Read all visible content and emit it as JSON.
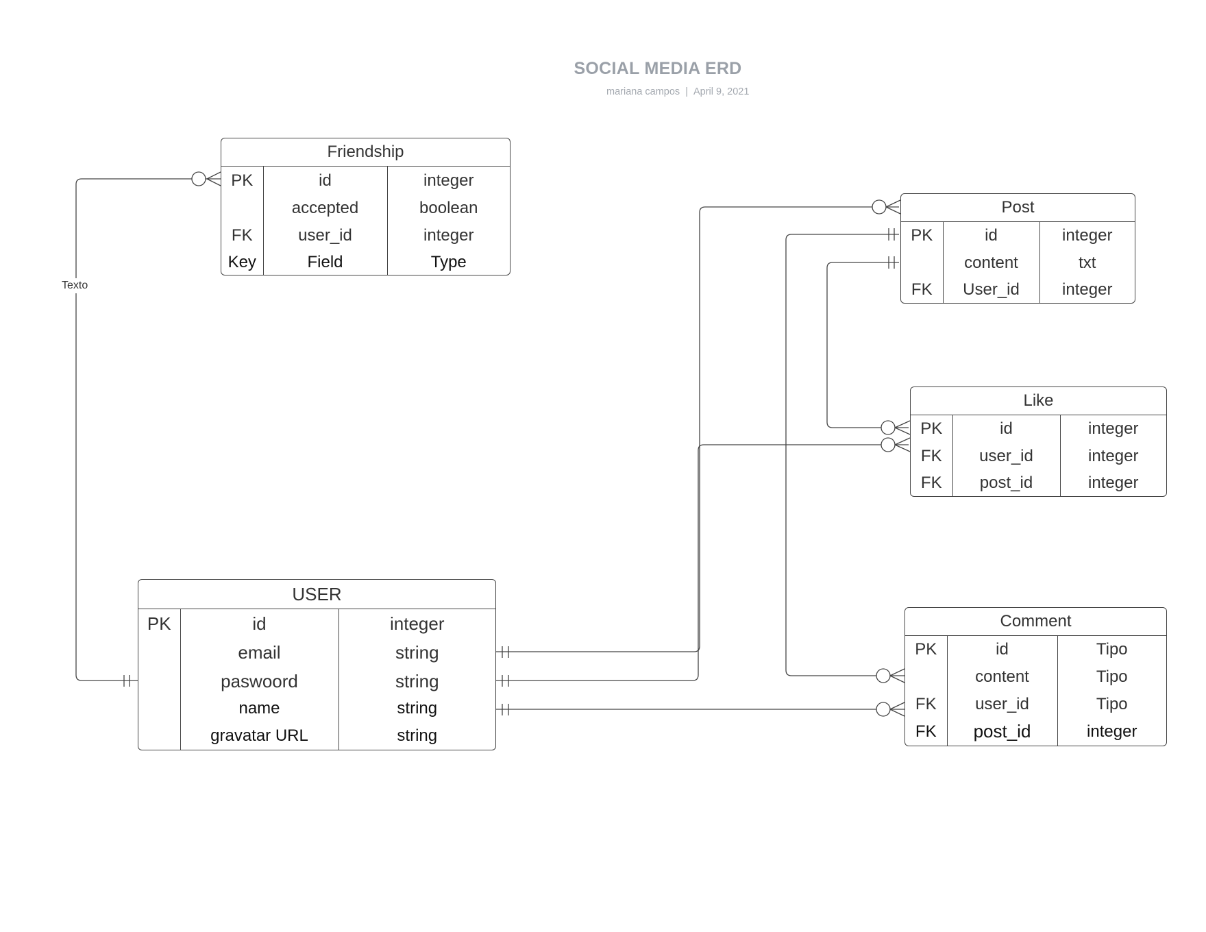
{
  "header": {
    "title": "SOCIAL MEDIA ERD",
    "author": "mariana campos",
    "separator": "|",
    "date": "April 9, 2021"
  },
  "connector_label": "Texto",
  "entities": {
    "friendship": {
      "name": "Friendship",
      "rows": [
        {
          "key": "PK",
          "field": "id",
          "type": "integer"
        },
        {
          "key": "",
          "field": "accepted",
          "type": "boolean"
        },
        {
          "key": "FK",
          "field": "user_id",
          "type": "integer"
        },
        {
          "key": "Key",
          "field": "Field",
          "type": "Type"
        }
      ]
    },
    "post": {
      "name": "Post",
      "rows": [
        {
          "key": "PK",
          "field": "id",
          "type": "integer"
        },
        {
          "key": "",
          "field": "content",
          "type": "txt"
        },
        {
          "key": "FK",
          "field": "User_id",
          "type": "integer"
        }
      ]
    },
    "like": {
      "name": "Like",
      "rows": [
        {
          "key": "PK",
          "field": "id",
          "type": "integer"
        },
        {
          "key": "FK",
          "field": "user_id",
          "type": "integer"
        },
        {
          "key": "FK",
          "field": "post_id",
          "type": "integer"
        }
      ]
    },
    "user": {
      "name": "USER",
      "rows": [
        {
          "key": "PK",
          "field": "id",
          "type": "integer"
        },
        {
          "key": "",
          "field": "email",
          "type": "string"
        },
        {
          "key": "",
          "field": "paswoord",
          "type": "string"
        },
        {
          "key": "",
          "field": "name",
          "type": "string"
        },
        {
          "key": "",
          "field": "gravatar URL",
          "type": "string"
        }
      ]
    },
    "comment": {
      "name": "Comment",
      "rows": [
        {
          "key": "PK",
          "field": "id",
          "type": "Tipo"
        },
        {
          "key": "",
          "field": "content",
          "type": "Tipo"
        },
        {
          "key": "FK",
          "field": "user_id",
          "type": "Tipo"
        },
        {
          "key": "FK",
          "field": "post_id",
          "type": "integer"
        }
      ]
    }
  }
}
